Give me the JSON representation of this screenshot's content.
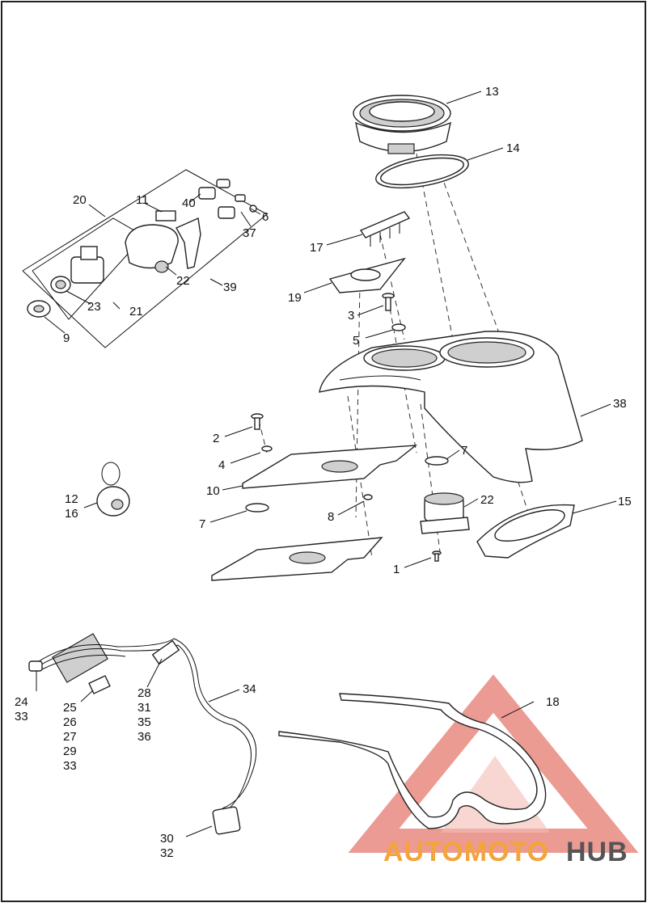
{
  "callouts": {
    "c1": "1",
    "c2": "2",
    "c3": "3",
    "c4": "4",
    "c5": "5",
    "c6": "6",
    "c7a": "7",
    "c7b": "7",
    "c8": "8",
    "c9": "9",
    "c10": "10",
    "c11": "11",
    "c12": "12",
    "c13": "13",
    "c14": "14",
    "c15": "15",
    "c16": "16",
    "c17": "17",
    "c18": "18",
    "c19": "19",
    "c20": "20",
    "c21": "21",
    "c22a": "22",
    "c22b": "22",
    "c23": "23",
    "c24": "24",
    "c25": "25",
    "c26": "26",
    "c27": "27",
    "c28": "28",
    "c29": "29",
    "c30": "30",
    "c31": "31",
    "c32": "32",
    "c33a": "33",
    "c33b": "33",
    "c34": "34",
    "c35": "35",
    "c36": "36",
    "c37": "37",
    "c38": "38",
    "c39": "39",
    "c40": "40"
  },
  "watermark": {
    "part1": "AUTOMOTO",
    "part2": "HUB",
    "color_red": "#e04b3a",
    "color_orange": "#f3a43b",
    "color_gray": "#555555"
  }
}
